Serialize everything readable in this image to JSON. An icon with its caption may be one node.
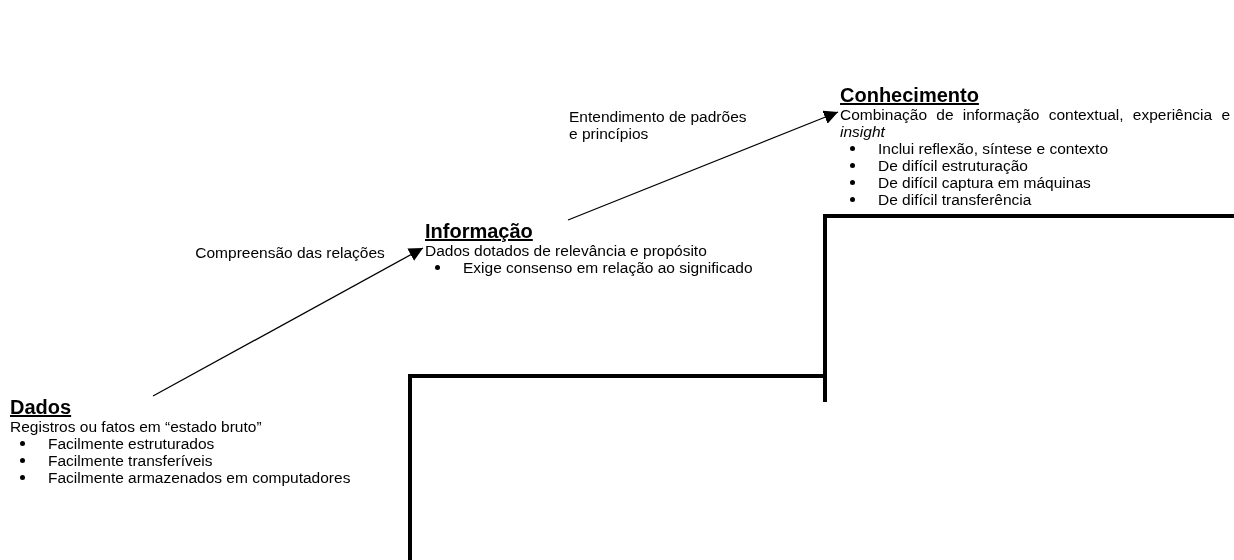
{
  "diagram": {
    "nodes": [
      {
        "text": [
          "Dados",
          "Registros ou fatos em “estado bruto”",
          "Facilmente estruturados",
          "Facilmente transferíveis",
          "Facilmente armazenados em computadores"
        ]
      },
      {
        "text": [
          "Informação",
          "Dados dotados de relevância e propósito",
          "Exige consenso em relação ao significado"
        ]
      },
      {
        "text": [
          "Conhecimento",
          "Combinação de informação contextual, experiência e *insight*",
          "Inclui reflexão, síntese e contexto",
          "De difícil estruturação",
          "De difícil captura em máquinas",
          "De difícil transferência"
        ]
      }
    ],
    "edges": [
      {
        "from": 0,
        "to": 1,
        "arrow": "to",
        "label": "Compreensão das relações"
      },
      {
        "from": 1,
        "to": 2,
        "arrow": "to",
        "label": "Entendimento de padrões e princípios"
      }
    ]
  }
}
